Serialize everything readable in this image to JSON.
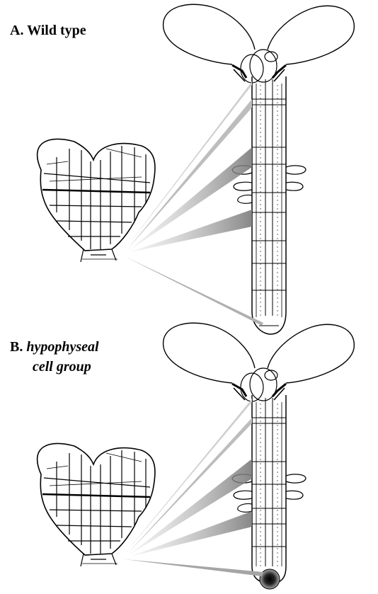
{
  "panels": {
    "a": {
      "letter": "A.",
      "title": "Wild type"
    },
    "b": {
      "letter": "B.",
      "title_line1": "hypophyseal",
      "title_line2": "cell group"
    }
  },
  "colors": {
    "ink": "#000000",
    "shade": "#9a9a9a",
    "background": "#ffffff"
  }
}
